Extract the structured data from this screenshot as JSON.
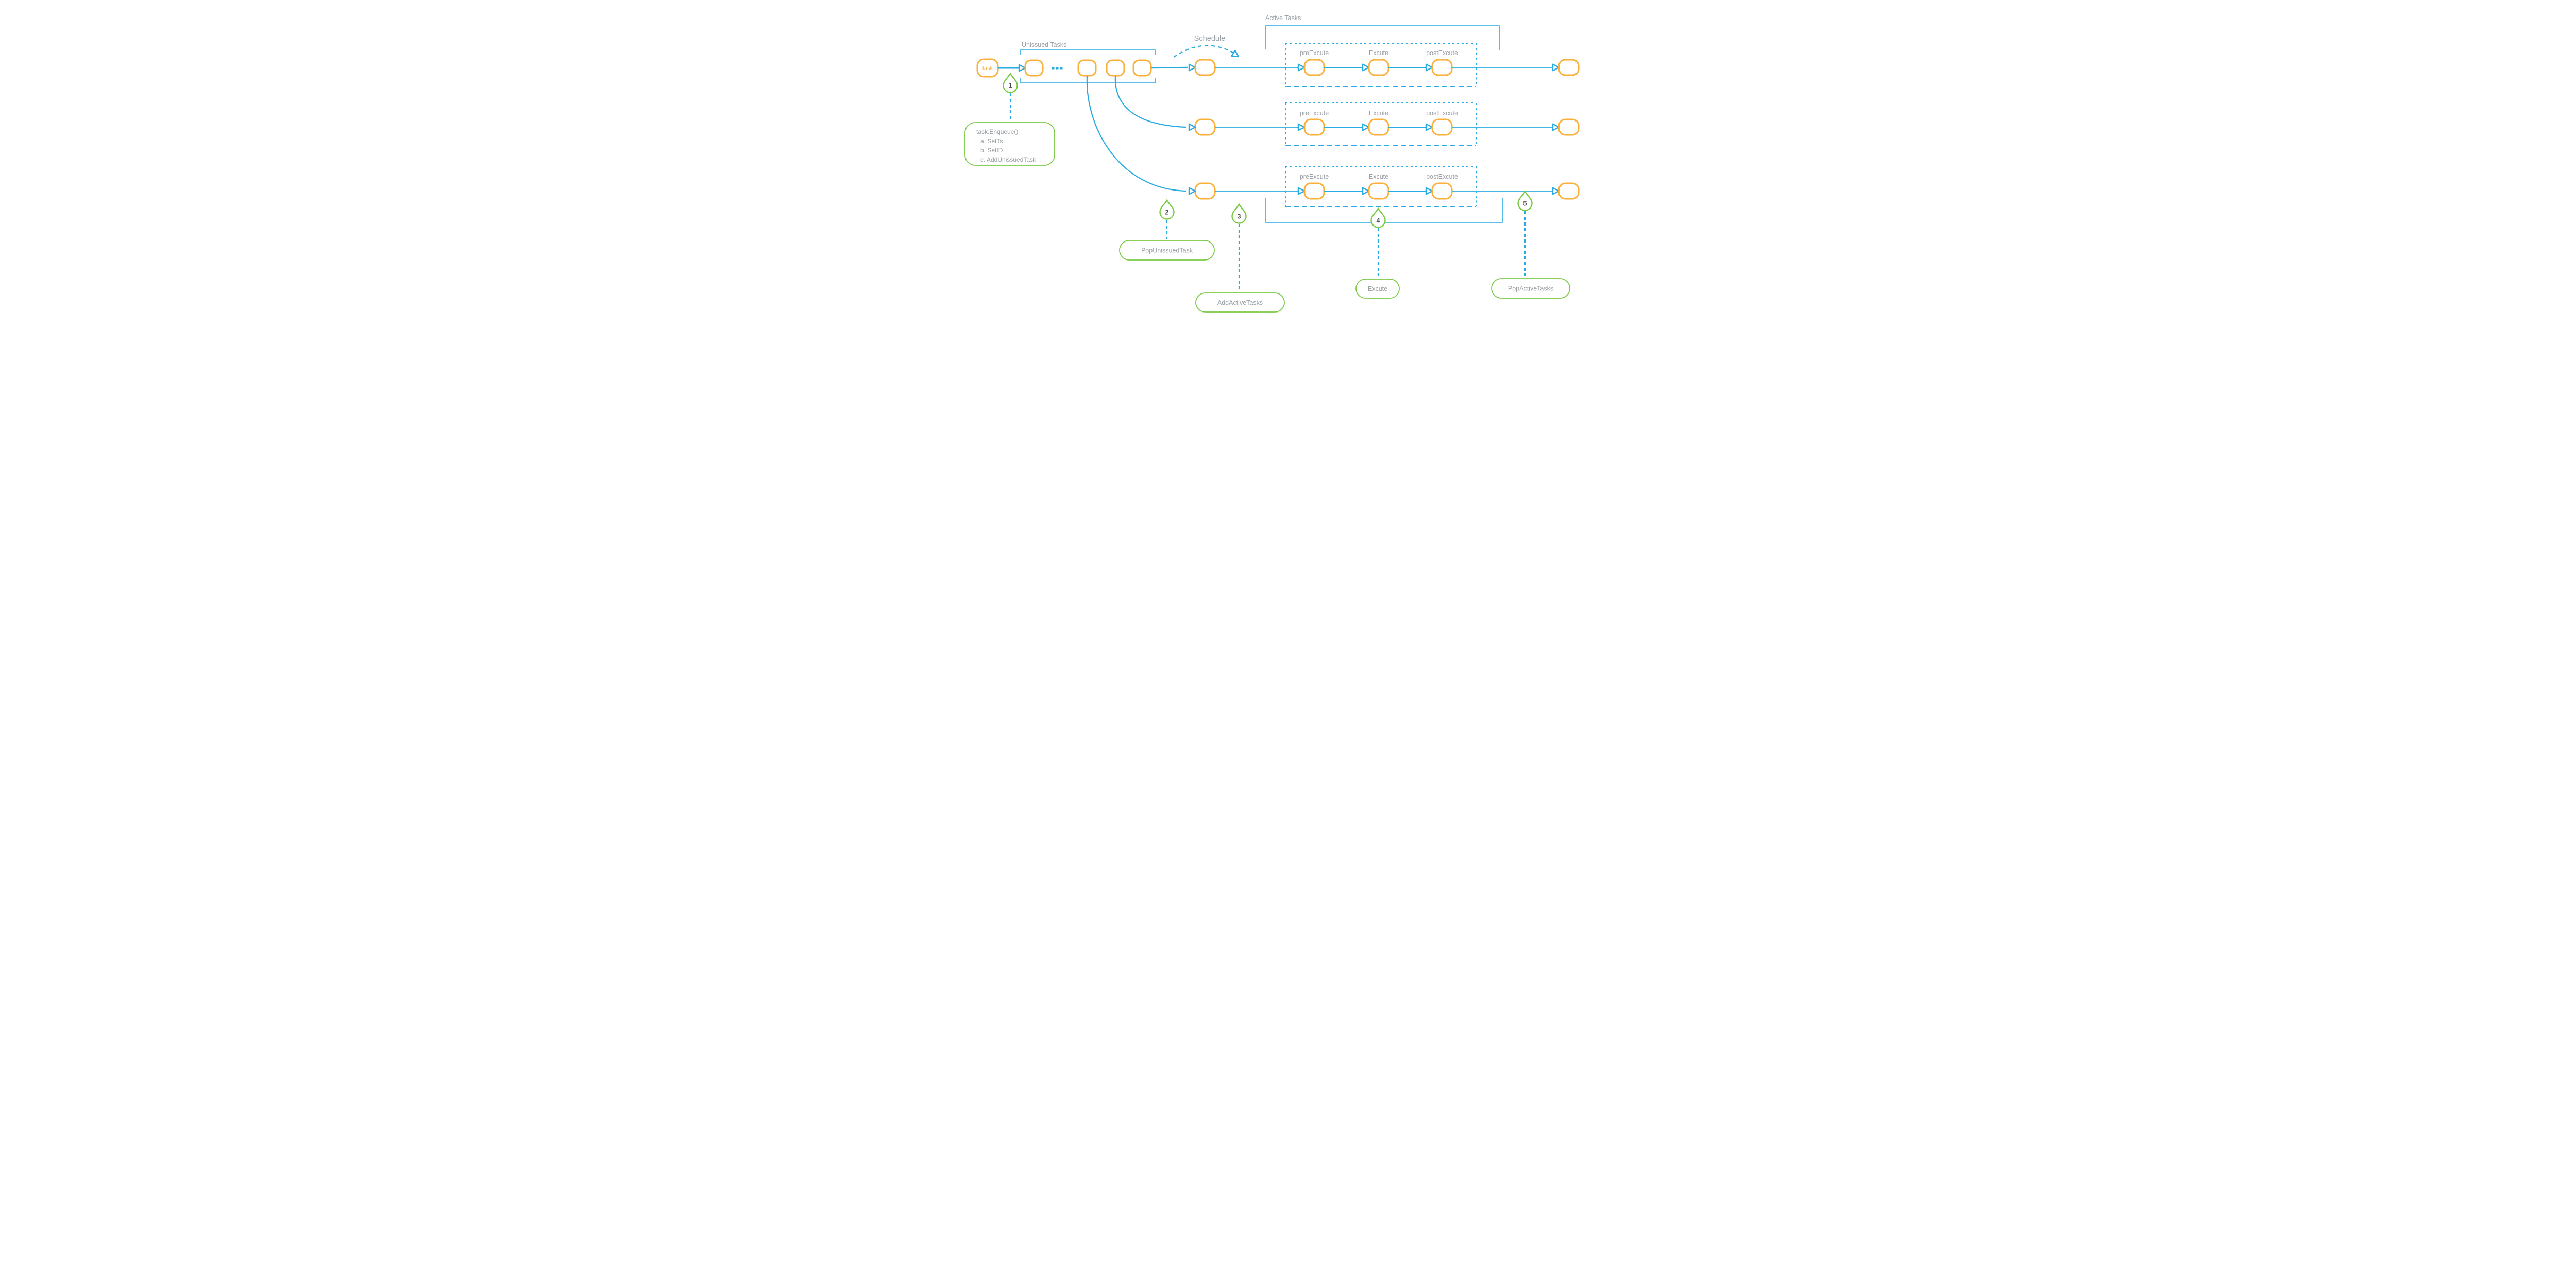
{
  "colors": {
    "accent_blue": "#29abe2",
    "node_orange": "#fbb03b",
    "marker_green": "#7ac943",
    "label_gray": "#9aa0a5",
    "number_dark": "#4d4d4d"
  },
  "labels": {
    "task_node": "task",
    "unissued_tasks": "Unissued Tasks",
    "schedule": "Schedule",
    "active_tasks": "Active Tasks"
  },
  "pipeline_stages": {
    "pre": "preExcute",
    "exec": "Excute",
    "post": "postExcute"
  },
  "markers": [
    {
      "number": "1",
      "callout_title": "task.Enqueue()",
      "callout_items": [
        "a. SetTs",
        "b. SetID",
        "c. AddUnissuedTask"
      ]
    },
    {
      "number": "2",
      "callout_title": "PopUnissuedTask",
      "callout_items": []
    },
    {
      "number": "3",
      "callout_title": "AddActiveTasks",
      "callout_items": []
    },
    {
      "number": "4",
      "callout_title": "Excute",
      "callout_items": []
    },
    {
      "number": "5",
      "callout_title": "PopActiveTasks",
      "callout_items": []
    }
  ],
  "icons": {
    "queue_ellipsis": "ellipsis-dots",
    "flow_arrowhead": "open-triangle-arrow",
    "marker_pin": "teardrop-pin"
  }
}
